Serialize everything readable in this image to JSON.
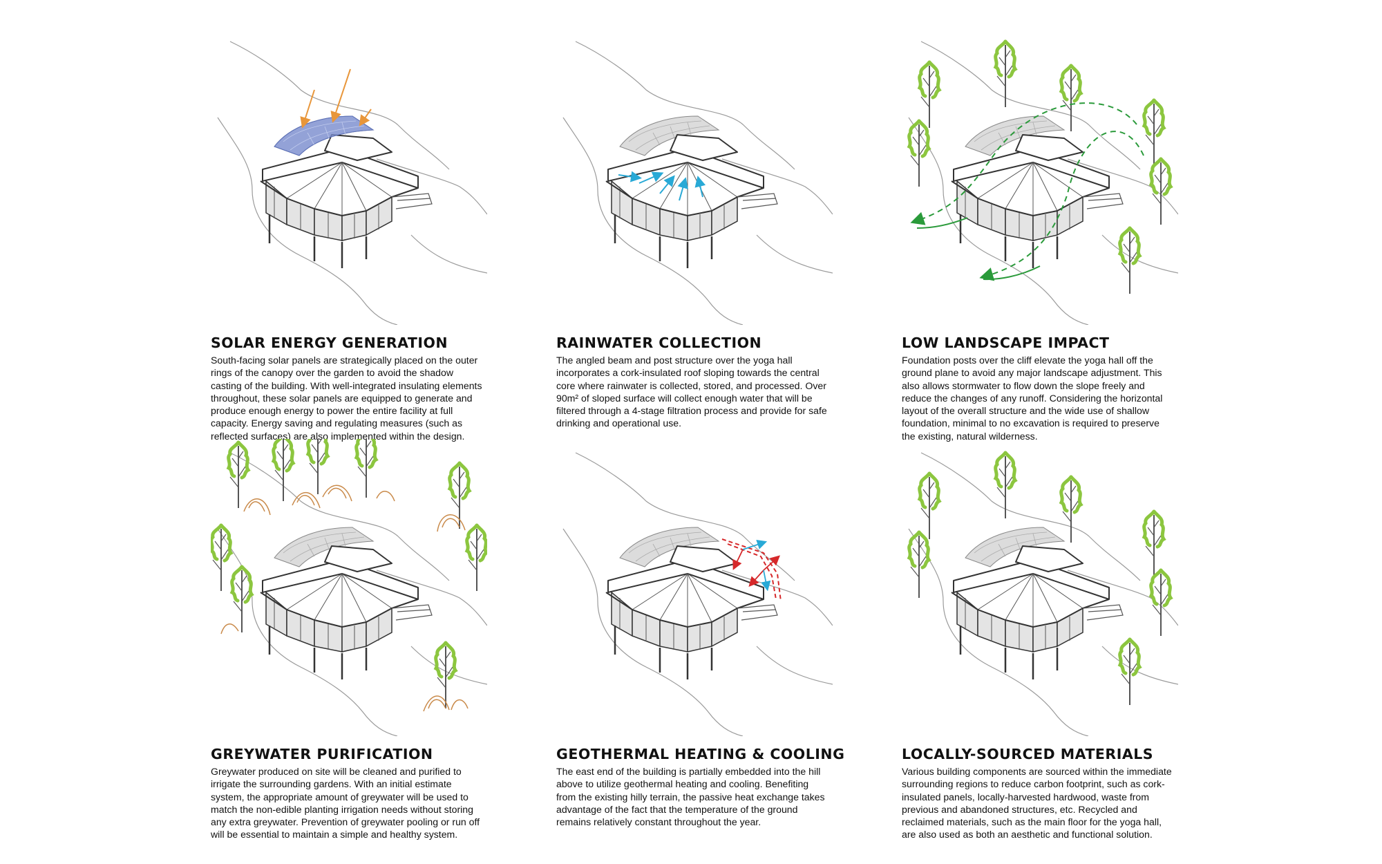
{
  "panels": {
    "solar": {
      "title": "SOLAR ENERGY GENERATION",
      "body": "South-facing solar panels are strategically placed on the outer rings of the canopy over the garden to avoid the shadow casting of the building. With well-integrated insulating elements throughout, these solar panels are equipped to generate and produce enough energy to power the entire facility at full capacity. Energy saving and regulating measures (such as reflected surfaces) are also implemented within the design."
    },
    "rain": {
      "title": "RAINWATER COLLECTION",
      "body": "The angled beam and post structure over the yoga hall incorporates a cork-insulated roof sloping towards the central core where rainwater is collected, stored, and processed. Over 90m² of sloped surface will collect enough water that will be filtered through a 4-stage filtration process and provide for safe drinking and operational use."
    },
    "landscape": {
      "title": "LOW LANDSCAPE IMPACT",
      "body": "Foundation posts over the cliff elevate the yoga hall off the ground plane to avoid any major landscape adjustment. This also allows stormwater to flow down the slope freely and reduce the changes of any runoff. Considering the horizontal layout of the overall structure and the wide use of shallow foundation, minimal to no excavation is required to preserve the existing, natural wilderness."
    },
    "greywater": {
      "title": "GREYWATER PURIFICATION",
      "body": "Greywater produced on site will be cleaned and purified to irrigate the surrounding gardens. With an initial estimate system, the appropriate amount of greywater will be used to match the non-edible planting irrigation needs without storing any extra greywater. Prevention of greywater pooling or run off will be essential to maintain a simple and healthy system."
    },
    "geothermal": {
      "title": "GEOTHERMAL HEATING & COOLING",
      "body": "The east end of the building is partially embedded into the hill above to utilize geothermal heating and cooling. Benefiting from the existing hilly terrain, the passive heat exchange takes advantage of the fact that the temperature of the ground remains relatively constant throughout the year."
    },
    "materials": {
      "title": "LOCALLY-SOURCED MATERIALS",
      "body": "Various building components are sourced within the immediate surrounding regions to reduce carbon footprint, such as cork-insulated panels, locally-harvested hardwood, waste from previous and abandoned structures, etc. Recycled and reclaimed materials, such as the main floor for the yoga hall, are also used as both an aesthetic and functional solution."
    }
  },
  "colors": {
    "solar_panel": "#7b8fd6",
    "sun_ray": "#e8963a",
    "rain_arrow": "#28a9d6",
    "landscape_arrow": "#2a9a3a",
    "greywater_arc": "#c98a4a",
    "geothermal": "#d6282a",
    "heat_arrow": "#28a9d6",
    "leaf": "#8cc63f"
  }
}
